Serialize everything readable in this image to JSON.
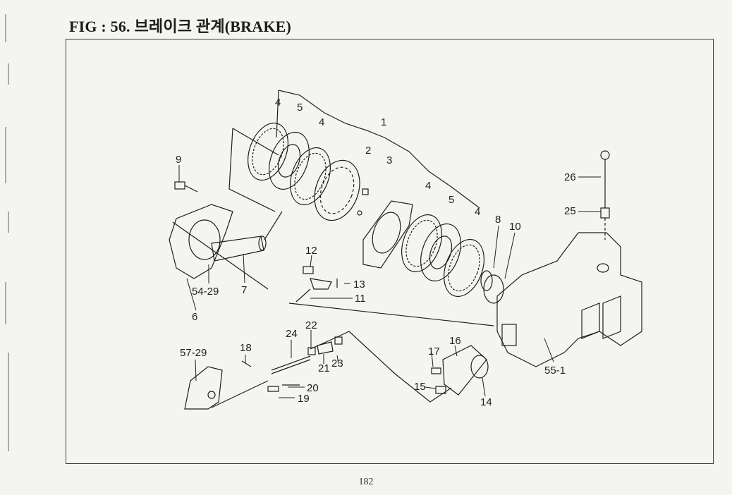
{
  "header": {
    "title": "FIG : 56. 브레이크 관계(BRAKE)"
  },
  "footer": {
    "page_number": "182"
  },
  "callouts": {
    "c1": "1",
    "c2": "2",
    "c3": "3",
    "c4a": "4",
    "c4b": "4",
    "c4c": "4",
    "c4d": "4",
    "c5a": "5",
    "c5b": "5",
    "c6": "6",
    "c7": "7",
    "c8": "8",
    "c9": "9",
    "c10": "10",
    "c11": "11",
    "c12": "12",
    "c13": "13",
    "c14": "14",
    "c15": "15",
    "c16": "16",
    "c17": "17",
    "c18": "18",
    "c19": "19",
    "c20": "20",
    "c21": "21",
    "c22": "22",
    "c23": "23",
    "c24": "24",
    "c25": "25",
    "c26": "26",
    "c54_29": "54-29",
    "c55_1": "55-1",
    "c57_29": "57-29"
  },
  "colors": {
    "ink": "#1e1e1e",
    "paper": "#f4f4f1"
  }
}
